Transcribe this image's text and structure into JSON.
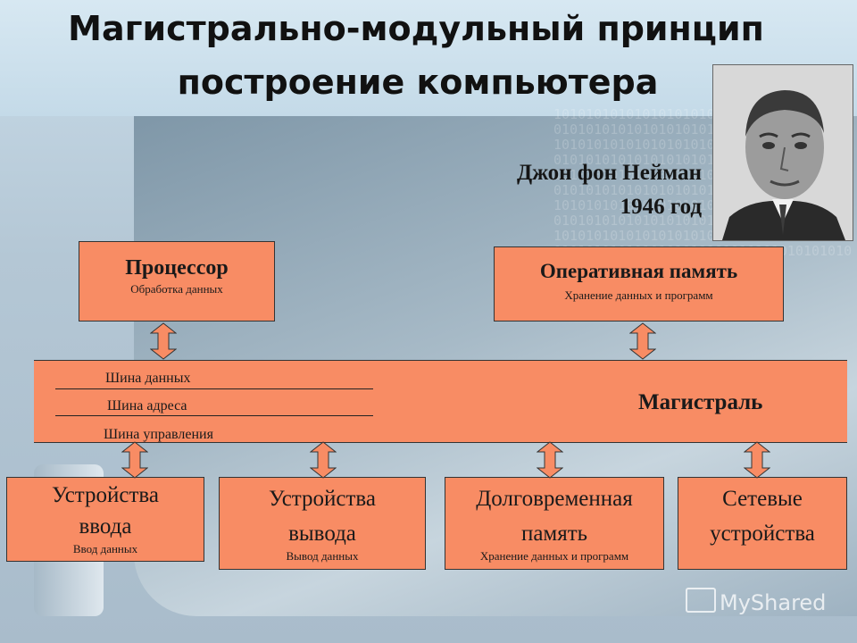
{
  "title": {
    "line1": "Магистрально-модульный принцип",
    "line2": "построение компьютера"
  },
  "author": {
    "name": "Джон фон Нейман",
    "year": "1946 год"
  },
  "background_binary": "10101010101010101010101010101010101010101010101010101010101010101010101010101010101010101010101010101010101010101010101010101010101010101010101010101010101010101010101010101010101010101010101010101010101010101010101010101010101010101010101010101010101010101010101010101010101010101010101010101010101010101010101010101010101010101010101010101010101010101010101010101010101010101010",
  "modules": {
    "cpu": {
      "title": "Процессор",
      "subtitle": "Обработка данных"
    },
    "ram": {
      "title": "Оперативная память",
      "subtitle": "Хранение данных и программ"
    },
    "input": {
      "title_line1": "Устройства",
      "title_line2": "ввода",
      "subtitle": "Ввод данных"
    },
    "output": {
      "title_line1": "Устройства",
      "title_line2": "вывода",
      "subtitle": "Вывод данных"
    },
    "storage": {
      "title_line1": "Долговременная",
      "title_line2": "память",
      "subtitle": "Хранение данных и программ"
    },
    "network": {
      "title_line1": "Сетевые",
      "title_line2": "устройства"
    }
  },
  "bus": {
    "title": "Магистраль",
    "lines": [
      "Шина данных",
      "Шина адреса",
      "Шина управления"
    ]
  },
  "watermark": "MyShared",
  "colors": {
    "box_fill": "#f88c64",
    "arrow_fill": "#f88c64",
    "border": "#333333"
  }
}
